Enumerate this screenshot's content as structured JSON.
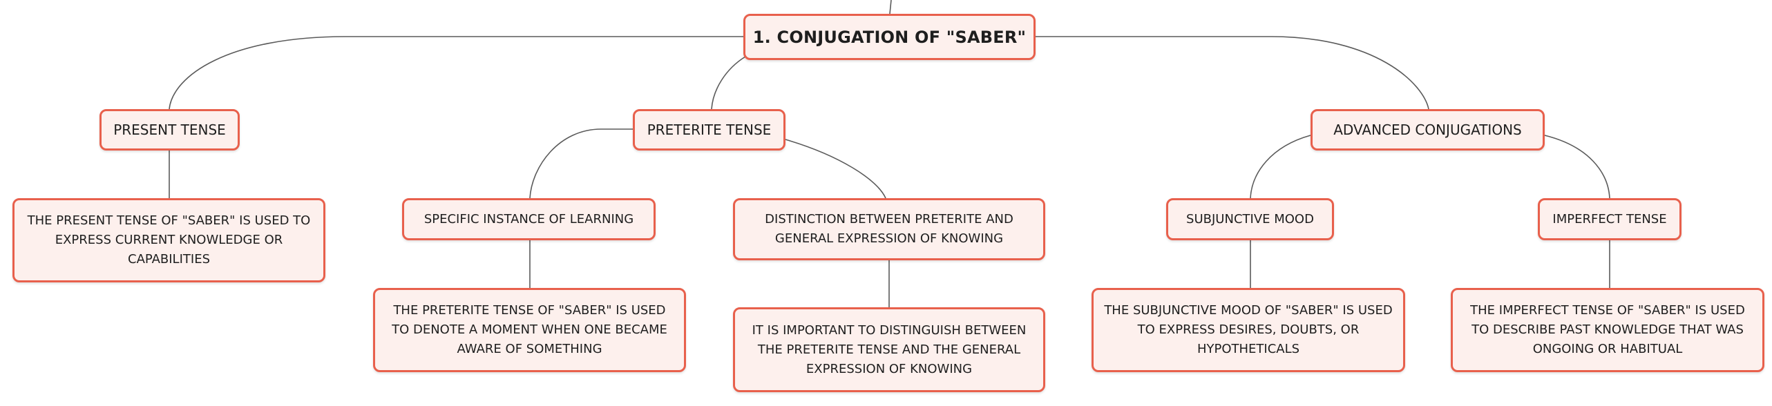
{
  "map": {
    "root": {
      "label": "1. CONJUGATION OF \"SABER\""
    },
    "present": {
      "label": "PRESENT TENSE",
      "note": "THE PRESENT TENSE OF \"SABER\" IS USED TO EXPRESS CURRENT KNOWLEDGE OR CAPABILITIES"
    },
    "preterite": {
      "label": "PRETERITE TENSE",
      "children": [
        {
          "label": "SPECIFIC INSTANCE OF LEARNING",
          "note": "THE PRETERITE TENSE OF \"SABER\" IS USED TO DENOTE A MOMENT WHEN ONE BECAME AWARE OF SOMETHING"
        },
        {
          "label": "DISTINCTION BETWEEN PRETERITE AND GENERAL EXPRESSION OF KNOWING",
          "note": "IT IS IMPORTANT TO DISTINGUISH BETWEEN THE PRETERITE TENSE AND THE GENERAL EXPRESSION OF KNOWING"
        }
      ]
    },
    "advanced": {
      "label": "ADVANCED CONJUGATIONS",
      "children": [
        {
          "label": "SUBJUNCTIVE MOOD",
          "note": "THE SUBJUNCTIVE MOOD OF \"SABER\" IS USED TO EXPRESS DESIRES, DOUBTS, OR HYPOTHETICALS"
        },
        {
          "label": "IMPERFECT TENSE",
          "note": "THE IMPERFECT TENSE OF \"SABER\" IS USED TO DESCRIBE PAST KNOWLEDGE THAT WAS ONGOING OR HABITUAL"
        }
      ]
    }
  },
  "colors": {
    "node_fill": "#fdf0ed",
    "node_border": "#e8604c",
    "connector": "#5a5a5a",
    "text": "#1e1e1e"
  }
}
